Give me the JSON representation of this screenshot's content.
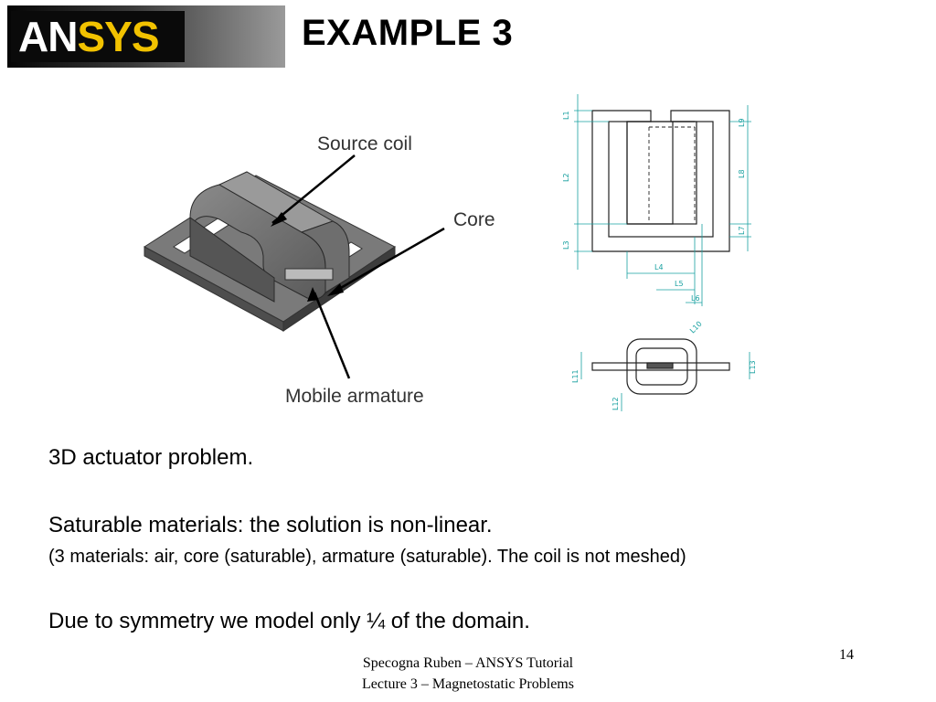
{
  "logo": {
    "part1": "AN",
    "part2": "SYS"
  },
  "title": "EXAMPLE 3",
  "figure": {
    "labels": {
      "source_coil": "Source coil",
      "core": "Core",
      "mobile_armature": "Mobile armature"
    }
  },
  "drawing": {
    "dimensions": [
      "L1",
      "L2",
      "L3",
      "L4",
      "L5",
      "L6",
      "L7",
      "L8",
      "L9",
      "L10",
      "L11",
      "L12",
      "L13"
    ]
  },
  "body": {
    "line1": "3D actuator problem.",
    "line2": "Saturable materials: the solution is non-linear.",
    "line3": "(3 materials: air, core (saturable), armature (saturable). The coil is not meshed)",
    "line4": "Due to symmetry we model only ¼ of the domain."
  },
  "footer": {
    "line1": "Specogna Ruben – ANSYS Tutorial",
    "line2": "Lecture 3 – Magnetostatic Problems",
    "page": "14"
  },
  "colors": {
    "logo_yellow": "#f2c200",
    "dimension_teal": "#18a0a0"
  }
}
